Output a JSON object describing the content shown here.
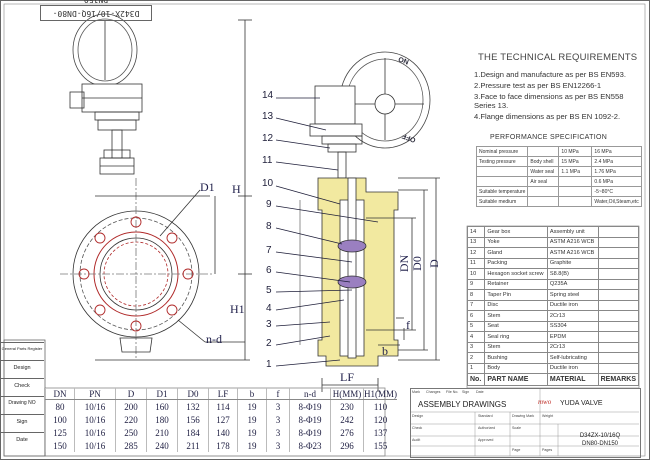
{
  "stamp": "D342X-10/16Q-DN80-DN150",
  "requirements": {
    "title": "THE TECHNICAL REQUIREMENTS",
    "lines": [
      "1.Design and manufacture as per BS EN593.",
      "2.Pressure test as per BS EN12266-1",
      "3.Face to face dimensions as per BS EN558",
      "   Series 13.",
      "4.Flange dimensions as per BS EN 1092-2."
    ]
  },
  "performance": {
    "title": "PERFORMANCE SPECIFICATION",
    "rows": [
      [
        "Nominal pressure",
        "",
        "10 MPa",
        "16 MPa"
      ],
      [
        "Testing pressure",
        "Body shell",
        "15 MPa",
        "2.4 MPa"
      ],
      [
        "",
        "Water seal",
        "1.1 MPa",
        "1.76 MPa"
      ],
      [
        "",
        "Air seal",
        "",
        "0.6 MPa"
      ],
      [
        "Suitable temperature",
        "",
        "",
        "-5~80°C"
      ],
      [
        "Suitable medium",
        "",
        "",
        "Water,Oil,Steam,etc"
      ]
    ]
  },
  "parts": {
    "header": [
      "No.",
      "PART NAME",
      "MATERIAL",
      "REMARKS"
    ],
    "rows": [
      [
        "14",
        "Gear box",
        "Assembly unit"
      ],
      [
        "13",
        "Yoke",
        "ASTM A216 WCB"
      ],
      [
        "12",
        "Gland",
        "ASTM A216 WCB"
      ],
      [
        "11",
        "Packing",
        "Graphite"
      ],
      [
        "10",
        "Hexagon socket screw",
        "S8.8(B)"
      ],
      [
        "9",
        "Retainer",
        "Q235A"
      ],
      [
        "8",
        "Taper Pin",
        "Spring steel"
      ],
      [
        "7",
        "Disc",
        "Ductile iron"
      ],
      [
        "6",
        "Stem",
        "2Cr13"
      ],
      [
        "5",
        "Seat",
        "SS304"
      ],
      [
        "4",
        "Seal ring",
        "EPDM"
      ],
      [
        "3",
        "Stem",
        "2Cr13"
      ],
      [
        "2",
        "Bushing",
        "Self-lubricating"
      ],
      [
        "1",
        "Body",
        "Ductile iron"
      ]
    ]
  },
  "dims": {
    "header": [
      "DN",
      "PN",
      "D",
      "D1",
      "D0",
      "LF",
      "b",
      "f",
      "n-d",
      "H(MM)",
      "H1(MM)"
    ],
    "rows": [
      [
        "80",
        "10/16",
        "200",
        "160",
        "132",
        "114",
        "19",
        "3",
        "8-Φ19",
        "230",
        "110"
      ],
      [
        "100",
        "10/16",
        "220",
        "180",
        "156",
        "127",
        "19",
        "3",
        "8-Φ19",
        "242",
        "120"
      ],
      [
        "125",
        "10/16",
        "250",
        "210",
        "184",
        "140",
        "19",
        "3",
        "8-Φ19",
        "276",
        "137"
      ],
      [
        "150",
        "10/16",
        "285",
        "240",
        "211",
        "178",
        "19",
        "3",
        "8-Φ23",
        "296",
        "155"
      ]
    ]
  },
  "left_table": [
    "General Parts Register",
    "Design",
    "Check",
    "Drawing NO",
    "Sign",
    "Date"
  ],
  "title_block": {
    "drawing": "ASSEMBLY DRAWINGS",
    "company": "YUDA VALVE",
    "logo": "mwo",
    "model": "D34ZX-10/16Q\nDN80-DN150",
    "cells": [
      "Mark",
      "Changes",
      "File No.",
      "Sign",
      "Date",
      "Design",
      "Standard",
      "Check",
      "Authorized",
      "Audit",
      "Approved",
      "Drawing Mark",
      "Weight",
      "Scale",
      "Page",
      "Pages"
    ]
  },
  "callouts": [
    "14",
    "13",
    "12",
    "11",
    "10",
    "9",
    "8",
    "7",
    "6",
    "5",
    "4",
    "3",
    "2",
    "1"
  ],
  "dim_labels": {
    "H": "H",
    "H1": "H1",
    "D1": "D1",
    "nd": "n-d",
    "LF": "LF",
    "b": "b",
    "f": "f",
    "DN": "DN",
    "D0": "D0",
    "D": "D"
  },
  "handwheel": {
    "on": "ON",
    "off": "OFF"
  }
}
